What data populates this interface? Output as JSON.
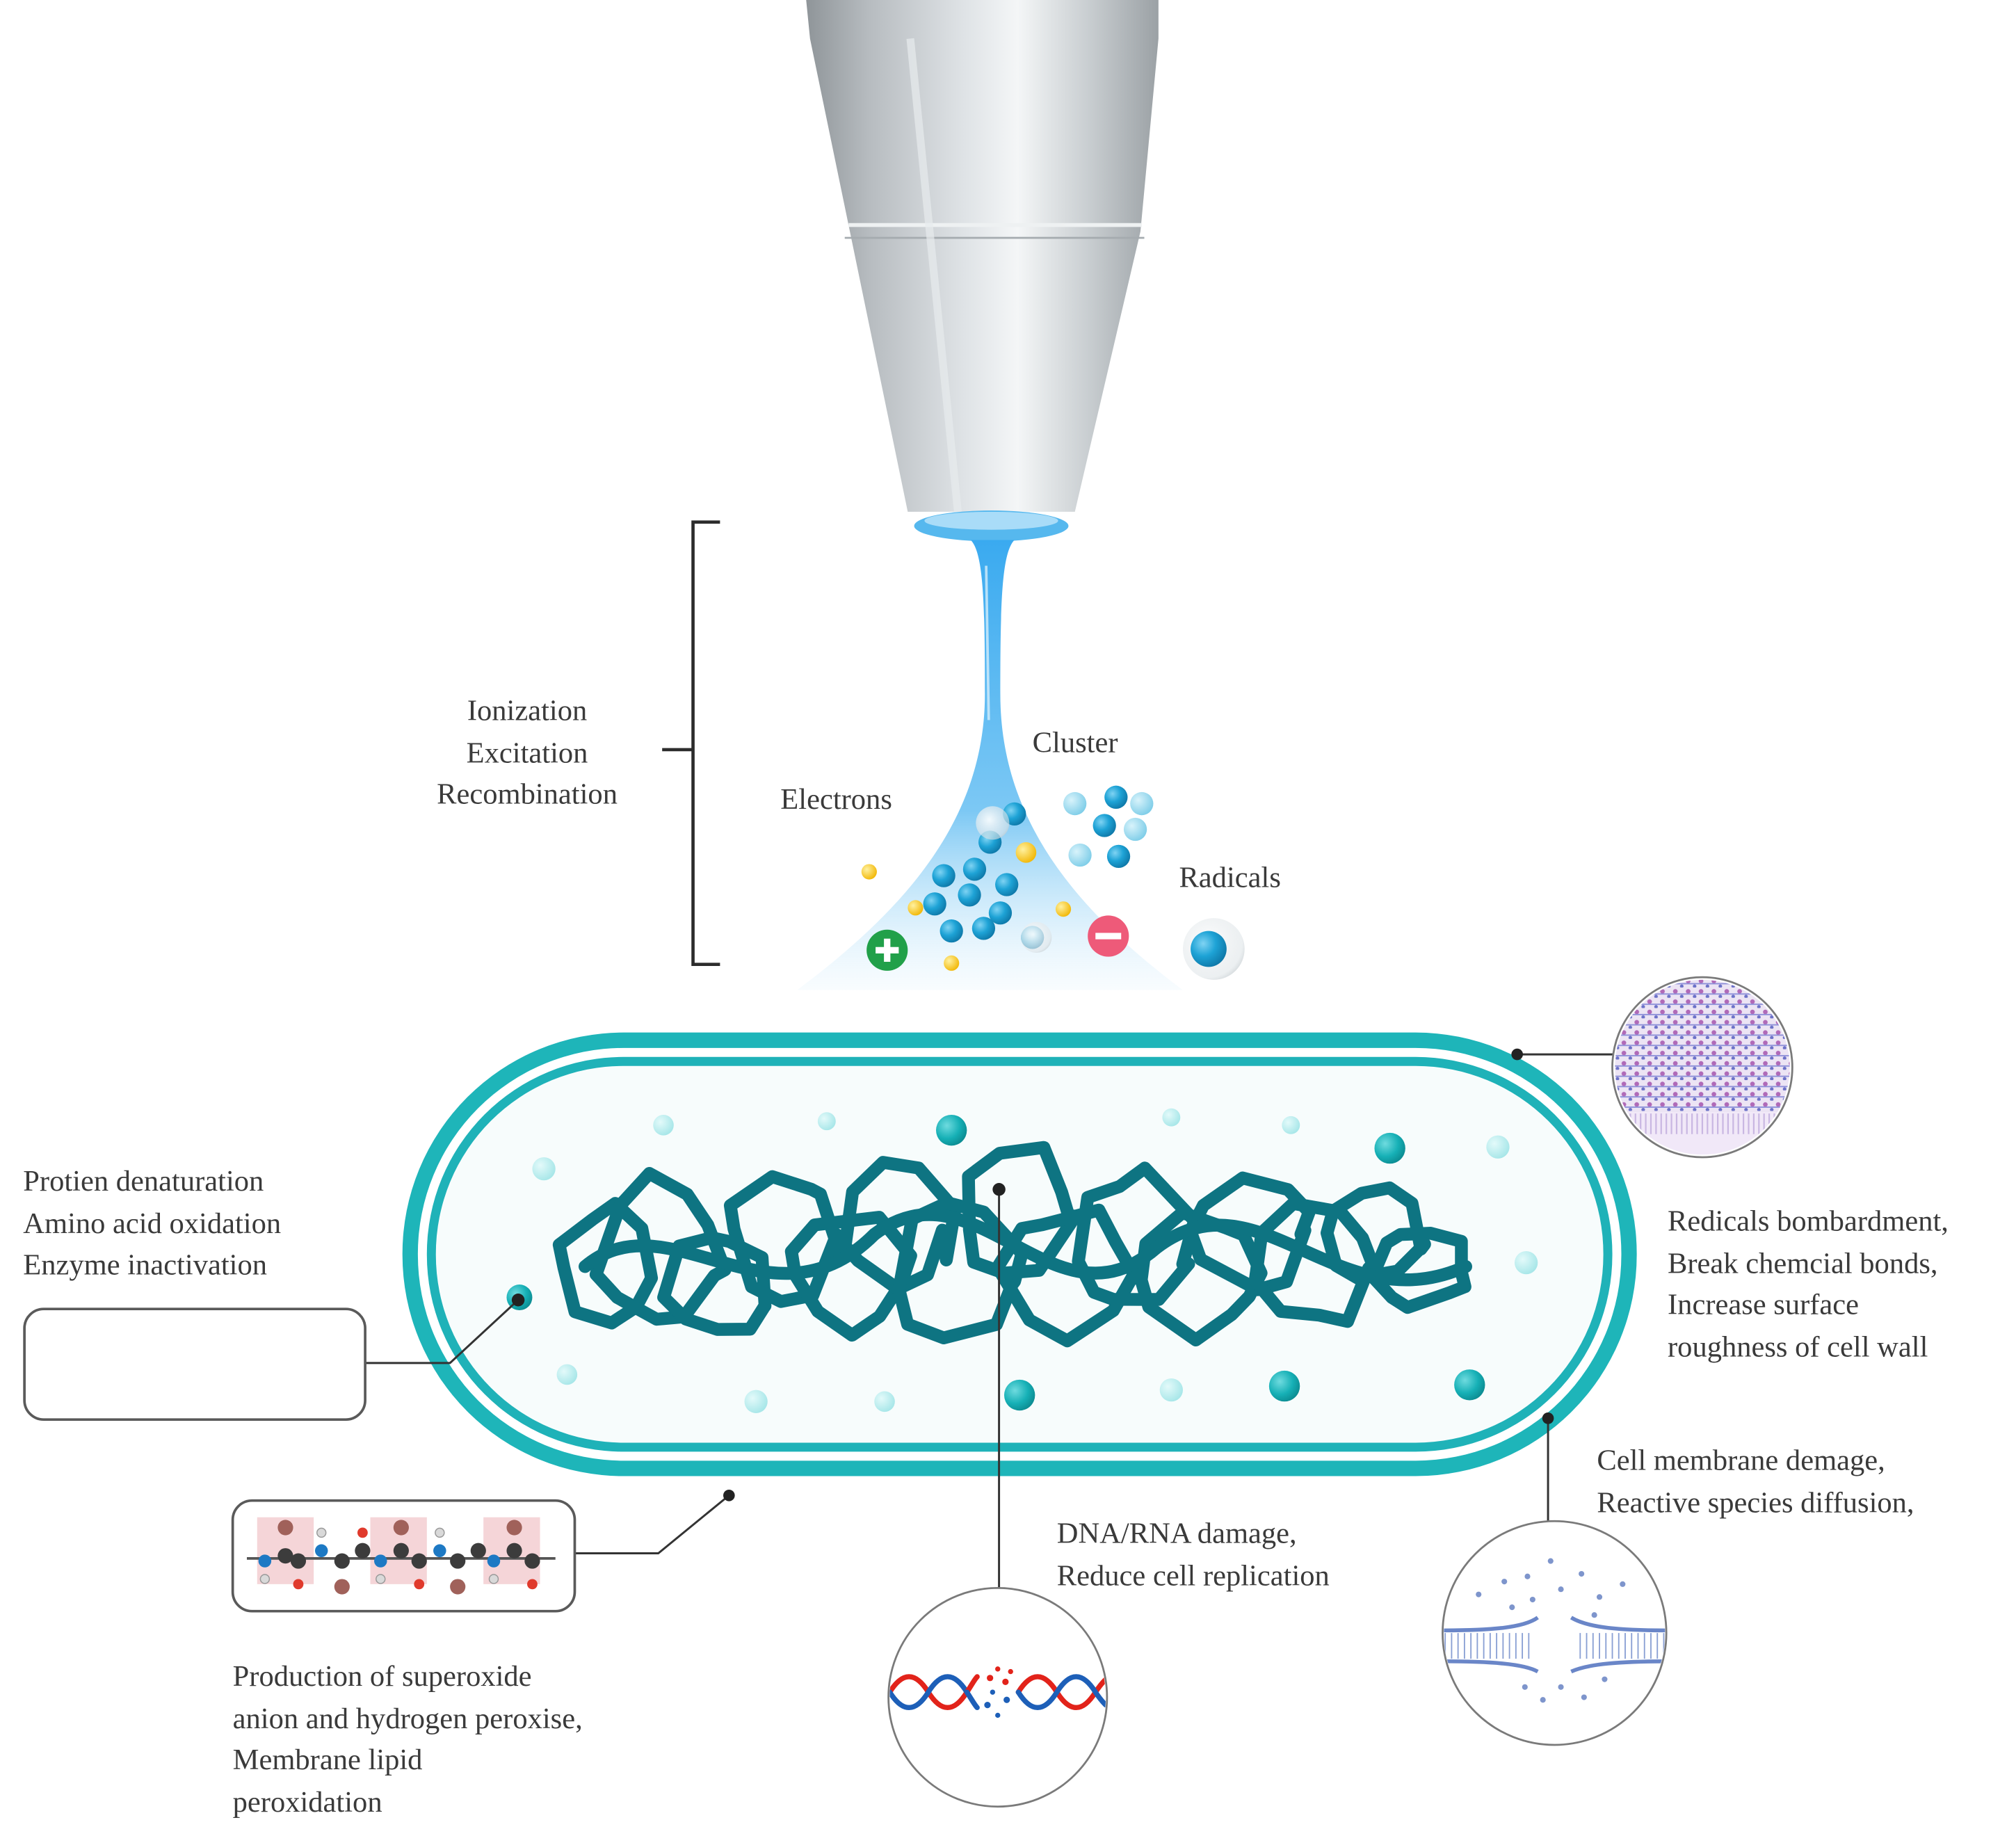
{
  "plasma_labels": {
    "processes": [
      "Ionization",
      "Excitation",
      "Recombination"
    ],
    "cluster": "Cluster",
    "electrons": "Electrons",
    "radicals": "Radicals"
  },
  "callouts": {
    "protein": [
      "Protien denaturation",
      "Amino acid oxidation",
      "Enzyme inactivation"
    ],
    "cell_wall": [
      "Redicals bombardment,",
      "Break chemcial bonds,",
      "Increase surface",
      "roughness of cell wall"
    ],
    "membrane": [
      "Cell membrane demage,",
      "Reactive species diffusion,"
    ],
    "dna": [
      "DNA/RNA damage,",
      "Reduce cell replication"
    ],
    "lipid": [
      "Production of superoxide",
      "anion and hydrogen peroxise,",
      "Membrane lipid",
      "peroxidation"
    ]
  },
  "colors": {
    "cell_wall": "#1eb5b9",
    "dna_strand": "#0e7482",
    "plasma_blue": "#2aa6e8",
    "electron": "#f5c518",
    "positive_ion": "#21a049",
    "negative_ion": "#ee5a79",
    "text": "#3a3a3a"
  },
  "icons": {
    "positive": "plus-ion-icon",
    "negative": "minus-ion-icon"
  }
}
